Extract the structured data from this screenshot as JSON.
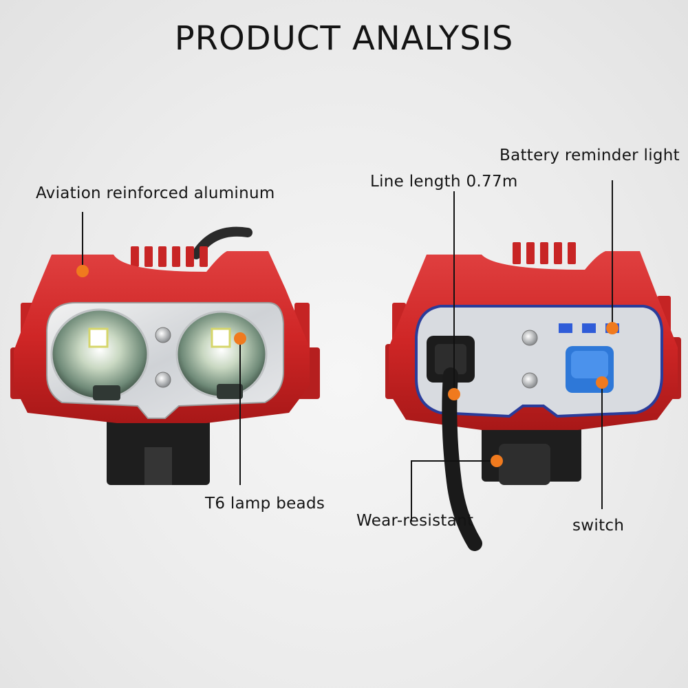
{
  "title": "PRODUCT ANALYSIS",
  "labels": {
    "aluminum": "Aviation reinforced aluminum",
    "lamp_beads": "T6 lamp beads",
    "line_length": "Line length 0.77m",
    "battery_light": "Battery reminder light",
    "wear_resistant": "Wear-resistant",
    "switch": "switch"
  },
  "icons": {
    "front_view": "bike-headlight-front-icon",
    "back_view": "bike-headlight-back-icon"
  },
  "colors": {
    "housing": "#d42a2a",
    "marker": "#f07a1e",
    "switch": "#2e78d8",
    "panel": "#d8dbe0"
  }
}
